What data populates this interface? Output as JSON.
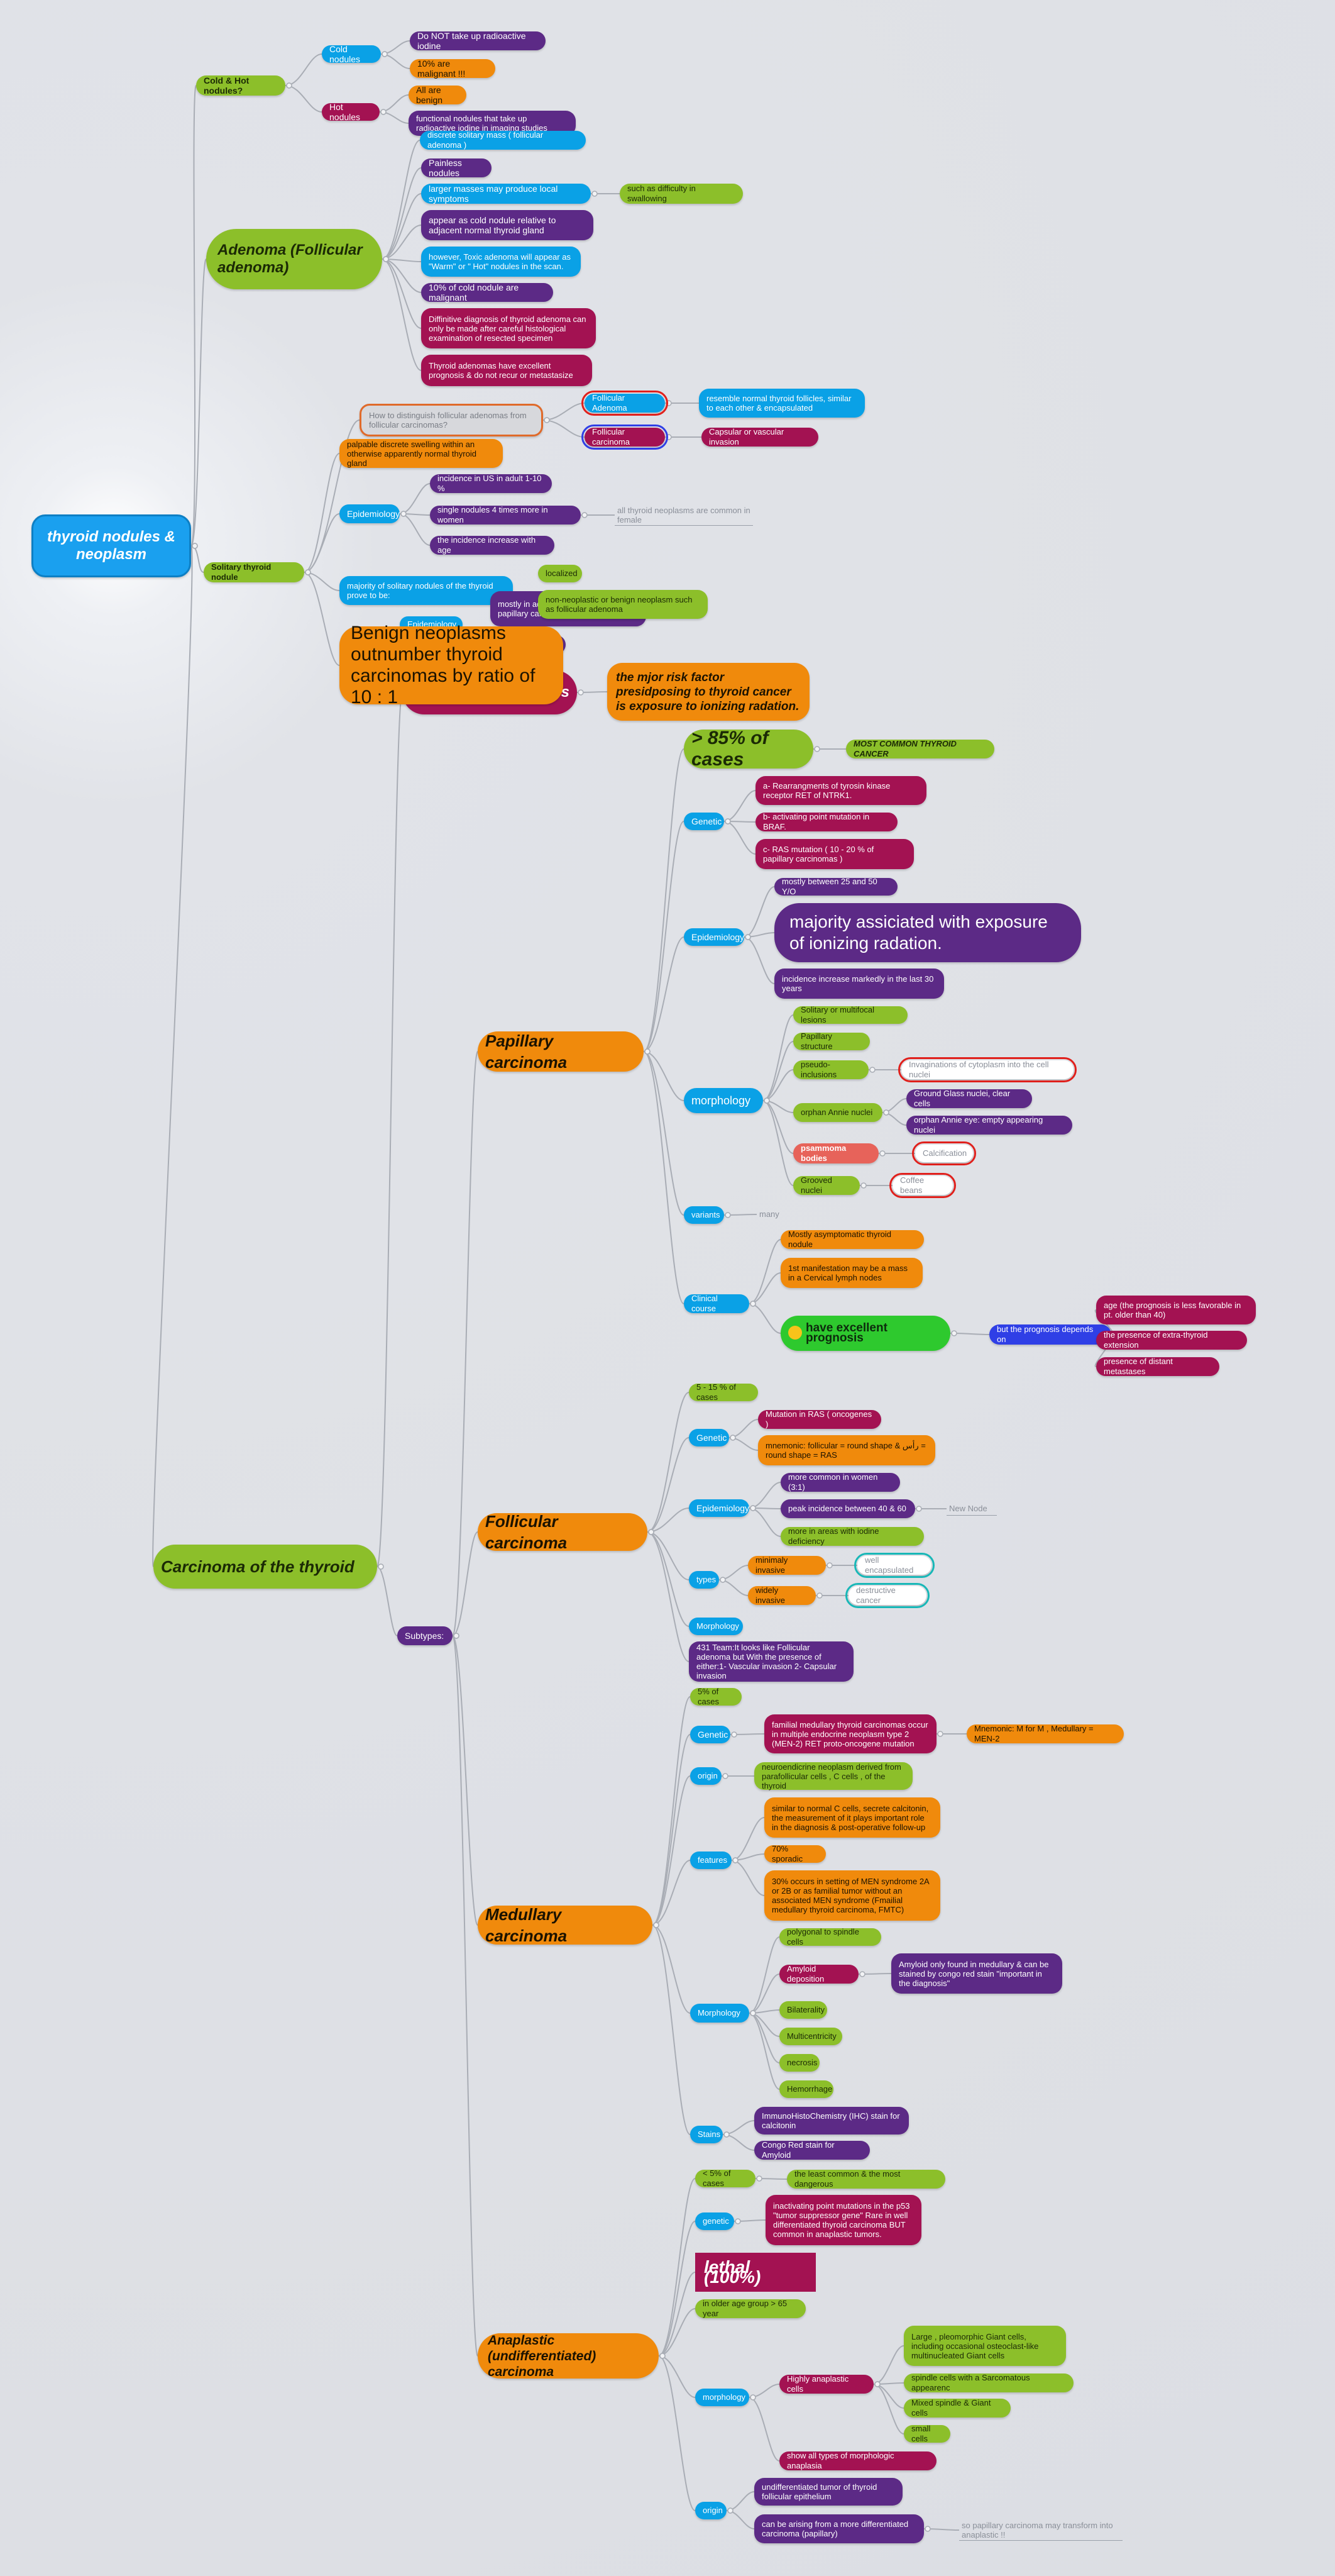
{
  "map": {
    "root": "thyroid nodules & neoplasm",
    "cold_hot": "Cold & Hot nodules?",
    "cold_nodules": "Cold nodules",
    "cold_1": "Do NOT take up radioactive iodine",
    "cold_2": "10% are malignant !!!",
    "hot_nodules": "Hot nodules",
    "hot_1": "All are benign",
    "hot_2": "functional nodules that take up radioactive iodine in imaging studies",
    "adenoma": "Adenoma (Follicular adenoma)",
    "ad_1": "discrete solitary mass ( follicular adenoma )",
    "ad_2": "Painless nodules",
    "ad_3": "larger masses may produce local symptoms",
    "ad_3a": "such as difficulty in swallowing",
    "ad_4": "appear as cold nodule relative to adjacent normal thyroid gland",
    "ad_5": "however, Toxic adenoma will appear as \"Warm\" or \" Hot\" nodules in the scan.",
    "ad_6": "10% of cold nodule are malignant",
    "ad_7": "Diffinitive diagnosis of thyroid adenoma can only be made after careful histological examination of resected specimen",
    "ad_8": "Thyroid adenomas have excellent prognosis & do not recur or metastasize",
    "solitary": "Solitary thyroid nodule",
    "sol_q": "How to distinguish follicular adenomas from follicular carcinomas?",
    "sol_fa": "Follicular Adenoma",
    "sol_fa_d": "resemble normal thyroid follicles, similar to each other & encapsulated",
    "sol_fc": "Follicular carcinoma",
    "sol_fc_d": "Capsular or vascular invasion",
    "sol_1": "palpable discrete swelling within an otherwise apparently normal thyroid gland",
    "sol_epi": "Epidemiology",
    "sol_epi_1": "incidence in US in adult 1-10 %",
    "sol_epi_2": "single nodules 4 times more in women",
    "sol_epi_2a": "all thyroid neoplasms are common in female",
    "sol_epi_3": "the incidence increase with age",
    "sol_2": "majority of solitary nodules of the thyroid prove to be:",
    "sol_2a": "localized",
    "sol_2b": "non-neoplastic or benign neoplasm such as follicular adenoma",
    "sol_2c": "mostly in adults, less commonly papillary carcinoma in children",
    "sol_epi2": "Epidemiology",
    "sol_callout": "Benign neoplasms outnumber thyroid carcinomas by ratio of 10 : 1",
    "risk": "Risk factors",
    "risk_1": "the mjor risk factor presidposing to thyroid cancer is exposure to ionizing radation.",
    "carcinoma": "Carcinoma of the thyroid",
    "subtypes": "Subtypes:",
    "pap": "Papillary carcinoma",
    "pap_85": "> 85% of cases",
    "pap_85a": "MOST COMMON THYROID CANCER",
    "pap_gen": "Genetic",
    "pap_gen_1": "a- Rearrangments of tyrosin kinase receptor RET of NTRK1.",
    "pap_gen_2": "b- activating point mutation in BRAF.",
    "pap_gen_3": "c- RAS mutation ( 10 - 20 % of papillary carcinomas )",
    "pap_epi": "Epidemiology",
    "pap_epi_1": "mostly between 25 and 50 Y/O",
    "pap_epi_2": "majority assiciated with exposure of ionizing radation.",
    "pap_epi_3": "incidence increase markedly in the last 30 years",
    "pap_morph": "morphology",
    "pap_m1": "Solitary or multifocal lesions",
    "pap_m2": "Papillary structure",
    "pap_m3": "pseudo-inclusions",
    "pap_m3a": "Invaginations of cytoplasm into the cell nuclei",
    "pap_m4": "orphan Annie nuclei",
    "pap_m4a": "Ground Glass nuclei, clear cells",
    "pap_m4b": "orphan Annie eye: empty appearing nuclei",
    "pap_m5": "psammoma bodies",
    "pap_m5a": "Calcification",
    "pap_m6": "Grooved nuclei",
    "pap_m6a": "Coffee beans",
    "pap_var": "variants",
    "pap_var_1": "many",
    "pap_cc": "Clinical course",
    "pap_cc_1": "Mostly asymptomatic thyroid nodule",
    "pap_cc_2": "1st manifestation may be a mass in a Cervical lymph nodes",
    "pap_cc_3": "have excellent prognosis",
    "pap_cc_3a": "but the prognosis depends on",
    "pap_cc_3a1": "age (the prognosis is less favorable in pt. older than 40)",
    "pap_cc_3a2": "the presence of extra-thyroid extension",
    "pap_cc_3a3": "presence of distant metastases",
    "fol": "Follicular carcinoma",
    "fol_1": "5 - 15 % of cases",
    "fol_gen": "Genetic",
    "fol_gen_1": "Mutation in RAS ( oncogenes )",
    "fol_gen_2": "mnemonic: follicular = round shape & رأس = round shape = RAS",
    "fol_epi": "Epidemiology",
    "fol_epi_1": "more common in women (3:1)",
    "fol_epi_2": "peak incidence between 40 & 60",
    "fol_epi_2a": "New Node",
    "fol_epi_3": "more in areas with iodine deficiency",
    "fol_types": "types",
    "fol_t1": "minimaly invasive",
    "fol_t1a": "well encapsulated",
    "fol_t2": "widely invasive",
    "fol_t2a": "destructive cancer",
    "fol_morph": "Morphology",
    "fol_morph_1": "431 Team:It looks like Follicular adenoma but With the presence of either:1- Vascular invasion 2- Capsular invasion",
    "med": "Medullary carcinoma",
    "med_1": "5% of cases",
    "med_gen": "Genetic",
    "med_gen_1": "familial medullary thyroid carcinomas occur in multiple endocrine neoplasm type 2 (MEN-2) RET proto-oncogene mutation",
    "med_gen_1a": "Mnemonic: M for M , Medullary = MEN-2",
    "med_origin": "origin",
    "med_origin_1": "neuroendicrine neoplasm derived from parafollicular cells , C cells , of the thyroid",
    "med_feat": "features",
    "med_f1": "similar to normal C cells, secrete calcitonin, the measurement of it plays important role in the diagnosis & post-operative follow-up",
    "med_f2": "70% sporadic",
    "med_f3": "30% occurs in setting of MEN syndrome 2A or 2B or as familial tumor without an associated MEN syndrome (Fmailial medullary thyroid carcinoma, FMTC)",
    "med_morph": "Morphology",
    "med_m1": "polygonal to spindle cells",
    "med_m2": "Amyloid deposition",
    "med_m2a": "Amyloid only found in medullary & can be stained by congo red stain \"important in the diagnosis\"",
    "med_m3": "Bilaterality",
    "med_m4": "Multicentricity",
    "med_m5": "necrosis",
    "med_m6": "Hemorrhage",
    "med_stain": "Stains",
    "med_s1": "ImmunoHistoChemistry (IHC) stain for calcitonin",
    "med_s2": "Congo Red stain for Amyloid",
    "ana": "Anaplastic (undifferentiated) carcinoma",
    "ana_1": "< 5% of cases",
    "ana_1a": "the least common & the most dangerous",
    "ana_gen": "genetic",
    "ana_gen_1": "inactivating point mutations in the p53 \"tumor suppressor gene\" Rare in well differentiated thyroid carcinoma BUT common in anaplastic tumors.",
    "ana_lethal": "lethal (100%)",
    "ana_age": "in older age group > 65 year",
    "ana_morph": "morphology",
    "ana_m1": "Highly anaplastic cells",
    "ana_m1a": "Large , pleomorphic Giant cells, including occasional osteoclast-like multinucleated Giant cells",
    "ana_m1b": "spindle cells with a Sarcomatous appearenc",
    "ana_m1c": "Mixed spindle & Giant cells",
    "ana_m1d": "small cells",
    "ana_m2": "show all types of morphologic anaplasia",
    "ana_origin": "origin",
    "ana_o1": "undifferentiated tumor of thyroid follicular epithelium",
    "ana_o2": "can be arising from a more differentiated carcinoma (papillary)",
    "ana_o2a": "so papillary carcinoma may transform into anaplastic !!"
  },
  "colors": {
    "blue": "#0aa1e6",
    "purple": "#5c2a86",
    "magenta": "#a31252",
    "green": "#8cbf2a",
    "orange": "#f08a0c",
    "edge": "#a9adb5"
  }
}
